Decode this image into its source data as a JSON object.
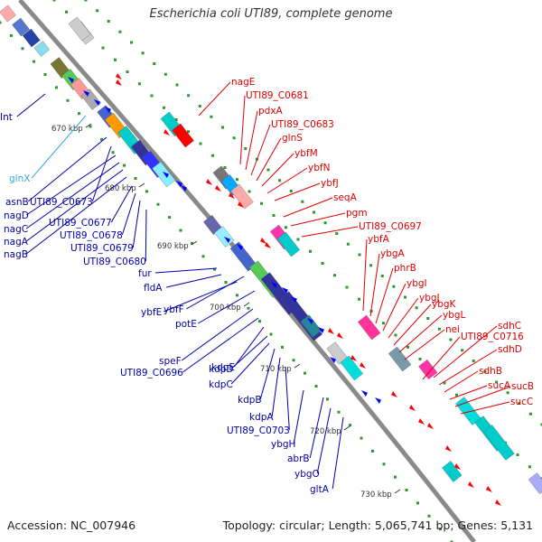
{
  "title": "Escherichia coli UTI89, complete genome",
  "footer": {
    "accession": "Accession: NC_007946",
    "topology": "Topology: circular; Length: 5,065,741 bp; Genes: 5,131"
  },
  "colors": {
    "backbone": "#8a8a8a",
    "forward_strand": "#0000ff",
    "reverse_strand": "#ff0000",
    "label_left": "#0000aa",
    "label_right": "#dd0000",
    "special_label": "#33aadd",
    "dots": "#2a9a2a"
  },
  "ticks": [
    "670 kbp",
    "680 kbp",
    "690 kbp",
    "700 kbp",
    "710 kbp",
    "720 kbp",
    "730 kbp"
  ],
  "left_labels": [
    "Int",
    "glnX",
    "asnB",
    "UTI89_C0673",
    "nagD",
    "nagC",
    "nagA",
    "nagB",
    "UTI89_C0677",
    "UTI89_C0678",
    "UTI89_C0679",
    "UTI89_C0680",
    "fur",
    "fldA",
    "ybfE",
    "ybfF",
    "potE",
    "speF",
    "UTI89_C0696",
    "kdpE",
    "kdpD",
    "kdpC",
    "kdpB",
    "kdpA",
    "UTI89_C0703",
    "ybgH",
    "abrB",
    "ybgO",
    "gltA"
  ],
  "right_labels": [
    "nagE",
    "UTI89_C0681",
    "pdxA",
    "UTI89_C0683",
    "glnS",
    "ybfM",
    "ybfN",
    "ybfJ",
    "seqA",
    "pgm",
    "UTI89_C0697",
    "ybfA",
    "ybgA",
    "phrB",
    "ybgI",
    "ybgJ",
    "ybgK",
    "ybgL",
    "nei",
    "UTI89_C0716",
    "sdhC",
    "sdhD",
    "sdhB",
    "sucA",
    "sucB",
    "sucC"
  ]
}
